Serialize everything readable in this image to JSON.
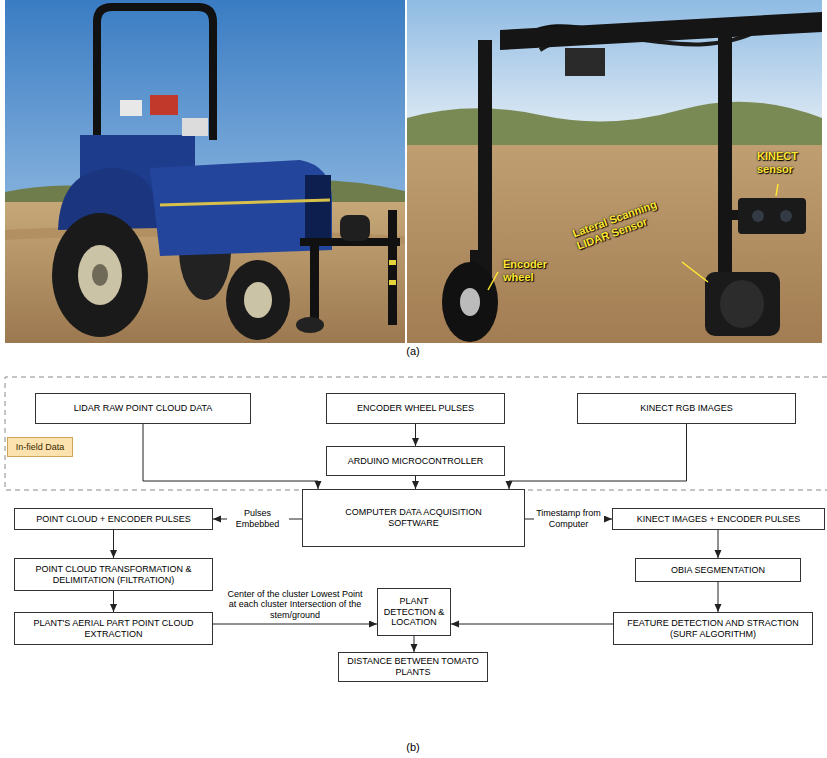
{
  "diagram": {
    "nodes": [
      {
        "text": [
          "LIDAR RAW POINT CLOUD DATA"
        ]
      },
      {
        "text": [
          "ENCODER WHEEL PULSES"
        ]
      },
      {
        "text": [
          "KINECT RGB IMAGES"
        ]
      },
      {
        "text": [
          "In-field Data"
        ]
      },
      {
        "text": [
          "ARDUINO MICROCONTROLLER"
        ]
      },
      {
        "text": [
          "COMPUTER DATA ACQUISITION SOFTWARE"
        ]
      },
      {
        "text": [
          "POINT CLOUD + ENCODER PULSES"
        ]
      },
      {
        "text": [
          "KINECT IMAGES + ENCODER PULSES"
        ]
      },
      {
        "text": [
          "POINT CLOUD TRANSFORMATION & DELIMITATION (FILTRATION)"
        ]
      },
      {
        "text": [
          "OBIA SEGMENTATION"
        ]
      },
      {
        "text": [
          "PLANT'S AERIAL PART POINT CLOUD EXTRACTION"
        ]
      },
      {
        "text": [
          "PLANT DETECTION & LOCATION"
        ]
      },
      {
        "text": [
          "FEATURE DETECTION AND STRACTION (SURF ALGORITHM)"
        ]
      },
      {
        "text": [
          "DISTANCE BETWEEN TOMATO PLANTS"
        ]
      }
    ],
    "edges": [
      {
        "from": 0,
        "to": 5,
        "arrow": "to"
      },
      {
        "from": 1,
        "to": 4,
        "arrow": "to"
      },
      {
        "from": 4,
        "to": 5,
        "arrow": "to"
      },
      {
        "from": 2,
        "to": 5,
        "arrow": "to"
      },
      {
        "from": 5,
        "to": 6,
        "arrow": "to",
        "label": "Pulses Embebbed"
      },
      {
        "from": 5,
        "to": 7,
        "arrow": "to",
        "label": "Timestamp from Computer"
      },
      {
        "from": 6,
        "to": 8,
        "arrow": "to"
      },
      {
        "from": 8,
        "to": 10,
        "arrow": "to"
      },
      {
        "from": 10,
        "to": 11,
        "arrow": "to",
        "label": "Center of the cluster Lowest Point at each cluster Intersection of the stem/ground"
      },
      {
        "from": 7,
        "to": 9,
        "arrow": "to"
      },
      {
        "from": 9,
        "to": 12,
        "arrow": "to"
      },
      {
        "from": 12,
        "to": 11,
        "arrow": "to"
      },
      {
        "from": 11,
        "to": 13,
        "arrow": "to"
      }
    ],
    "labels": [
      "Encoder wheel",
      "Lateral Scanning LIDAR Sensor",
      "KINECT sensor",
      "(a)",
      "(b)"
    ]
  }
}
